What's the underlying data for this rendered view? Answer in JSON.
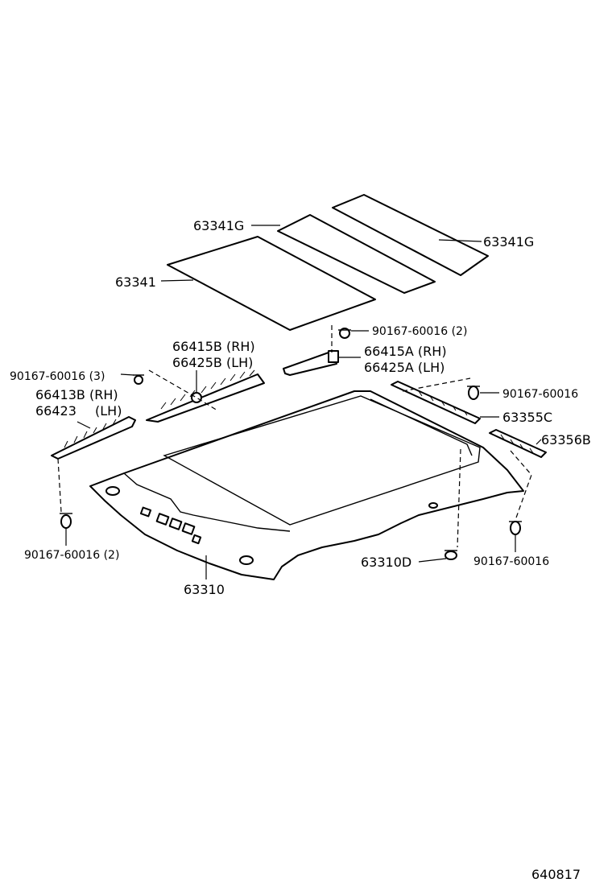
{
  "diagram_code": "640817",
  "labels": {
    "pad_g_left": "63341G",
    "pad_g_right": "63341G",
    "pad_main": "63341",
    "clip_top_right": "90167-60016 (2)",
    "visor_rh_b": "66415B (RH)",
    "visor_lh_b": "66425B (LH)",
    "visor_rh_a": "66415A (RH)",
    "visor_lh_a": "66425A (LH)",
    "clip_left_3": "90167-60016 (3)",
    "grip_rh": "66413B (RH)",
    "grip_lh_num": "66423",
    "grip_lh_side": "(LH)",
    "clip_right": "90167-60016",
    "trim_c": "63355C",
    "trim_b": "63356B",
    "clip_bottom_left": "90167-60016 (2)",
    "headliner": "63310",
    "headliner_d": "63310D",
    "clip_bottom_right": "90167-60016"
  }
}
